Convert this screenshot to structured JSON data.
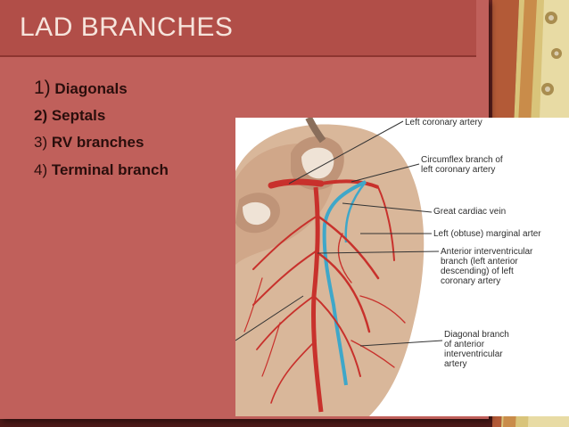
{
  "slide": {
    "title": "LAD  BRANCHES",
    "items": [
      {
        "num": "1)",
        "label": " Diagonals"
      },
      {
        "num": "2)",
        "label": " Septals"
      },
      {
        "num": "3)",
        "label": " RV branches"
      },
      {
        "num": "4)",
        "label": " Terminal branch"
      }
    ]
  },
  "figure": {
    "callouts": {
      "left_coronary": "Left coronary artery",
      "circumflex": "Circumflex branch of\nleft coronary artery",
      "great_cardiac_vein": "Great cardiac vein",
      "marginal": "Left (obtuse) marginal arter",
      "anterior_interventricular": "Anterior interventricular\nbranch (left anterior\ndescending) of left\ncoronary artery",
      "diagonal_branch": "Diagonal branch\nof anterior\ninterventricular\nartery"
    }
  },
  "colors": {
    "panel": "#c0605b",
    "title_bar": "#b14e48",
    "frame": "#5a1f1c",
    "artery": "#c8312c",
    "vein": "#3fa7c9",
    "heart_tissue": "#d9b79a"
  }
}
